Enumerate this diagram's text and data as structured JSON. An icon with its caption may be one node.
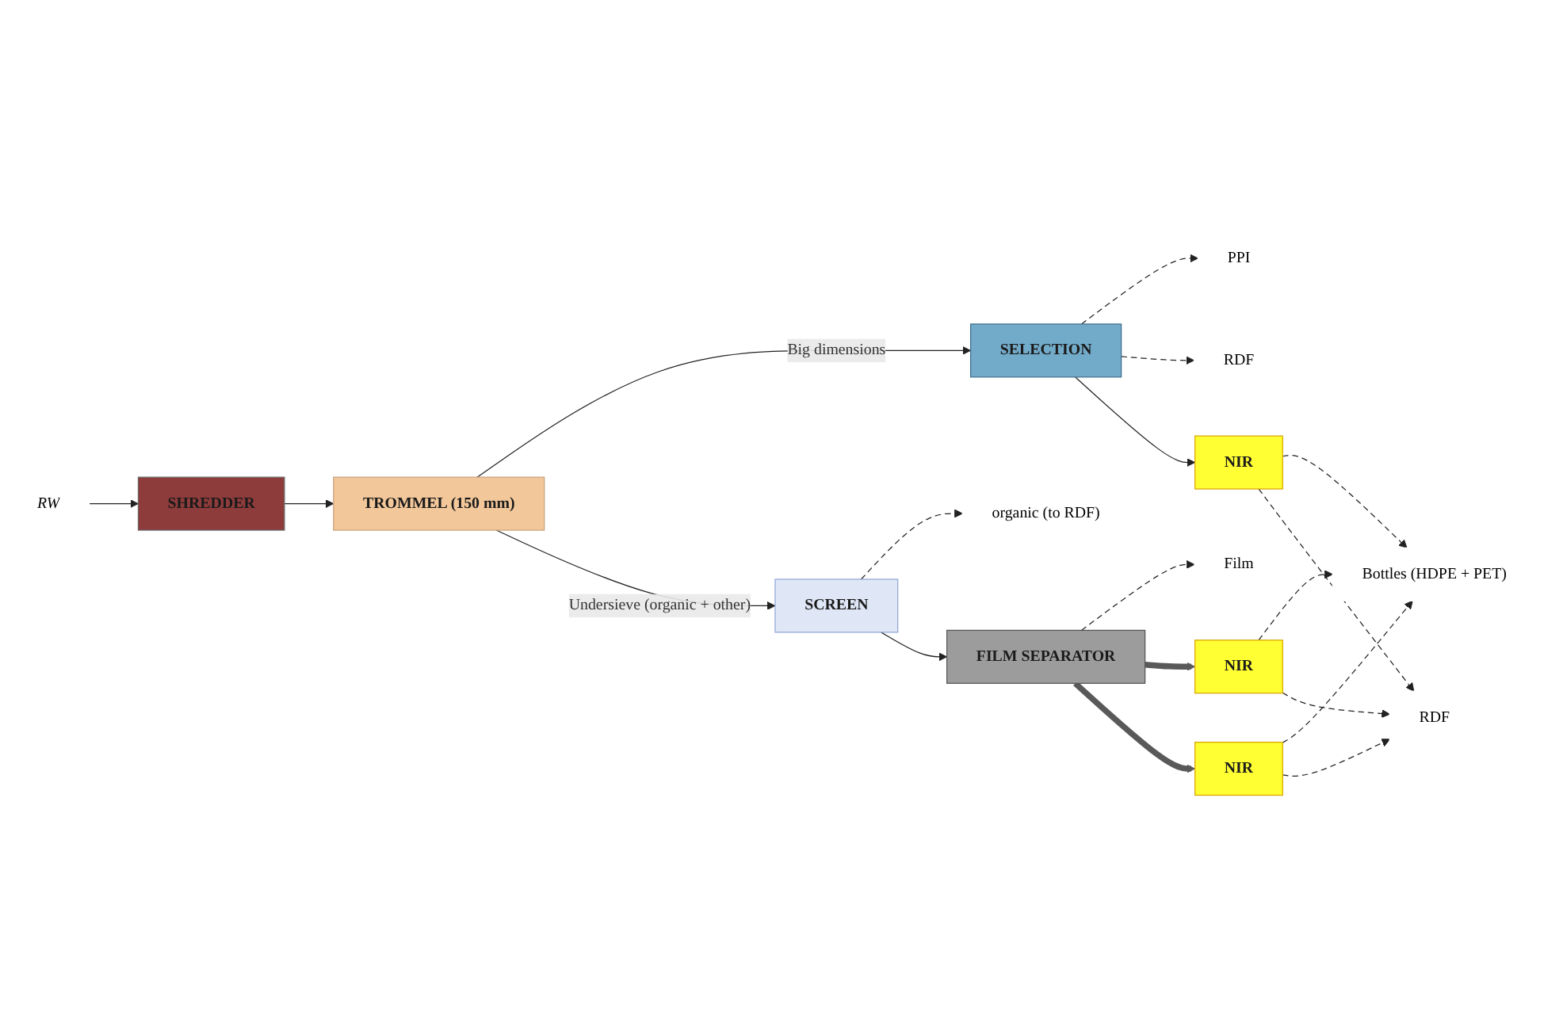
{
  "diagram": {
    "nodes": [
      {
        "text": [
          "RW"
        ]
      },
      {
        "text": [
          "SHREDDER"
        ]
      },
      {
        "text": [
          "TROMMEL (150 mm)"
        ]
      },
      {
        "text": [
          "SELECTION"
        ]
      },
      {
        "text": [
          "PPI"
        ]
      },
      {
        "text": [
          "RDF"
        ]
      },
      {
        "text": [
          "SCREEN"
        ]
      },
      {
        "text": [
          "FILM SEPARATOR"
        ]
      },
      {
        "text": [
          "organic (to RDF)"
        ]
      },
      {
        "text": [
          "Film"
        ]
      },
      {
        "text": [
          "NIR"
        ]
      },
      {
        "text": [
          "NIR"
        ]
      },
      {
        "text": [
          "NIR"
        ]
      },
      {
        "text": [
          "Bottles (HDPE + PET)"
        ]
      },
      {
        "text": [
          "RDF"
        ]
      }
    ],
    "edges": [
      {
        "from": 0,
        "to": 1,
        "arrow": "to"
      },
      {
        "from": 1,
        "to": 2,
        "arrow": "to"
      },
      {
        "from": 2,
        "to": 3,
        "arrow": "to",
        "label": "Big dimensions"
      },
      {
        "from": 3,
        "to": 4,
        "arrow": "to",
        "style": "dashed"
      },
      {
        "from": 3,
        "to": 5,
        "arrow": "to",
        "style": "dashed"
      },
      {
        "from": 2,
        "to": 6,
        "arrow": "to",
        "label": "Undersieve (organic + other)"
      },
      {
        "from": 3,
        "to": 10,
        "arrow": "to"
      },
      {
        "from": 6,
        "to": 8,
        "arrow": "to",
        "style": "dashed"
      },
      {
        "from": 6,
        "to": 7,
        "arrow": "to"
      },
      {
        "from": 7,
        "to": 9,
        "arrow": "to",
        "style": "dashed"
      },
      {
        "from": 7,
        "to": 11,
        "arrow": "to",
        "style": "thick",
        "color": "#595959"
      },
      {
        "from": 7,
        "to": 12,
        "arrow": "to",
        "style": "thick",
        "color": "#595959"
      },
      {
        "from": 10,
        "to": 13,
        "arrow": "to",
        "style": "dashed"
      },
      {
        "from": 11,
        "to": 13,
        "arrow": "to",
        "style": "dashed"
      },
      {
        "from": 12,
        "to": 13,
        "arrow": "to",
        "style": "dashed"
      },
      {
        "from": 10,
        "to": 14,
        "arrow": "to",
        "style": "dashed"
      },
      {
        "from": 11,
        "to": 14,
        "arrow": "to",
        "style": "dashed"
      },
      {
        "from": 12,
        "to": 14,
        "arrow": "to",
        "style": "dashed"
      }
    ]
  }
}
